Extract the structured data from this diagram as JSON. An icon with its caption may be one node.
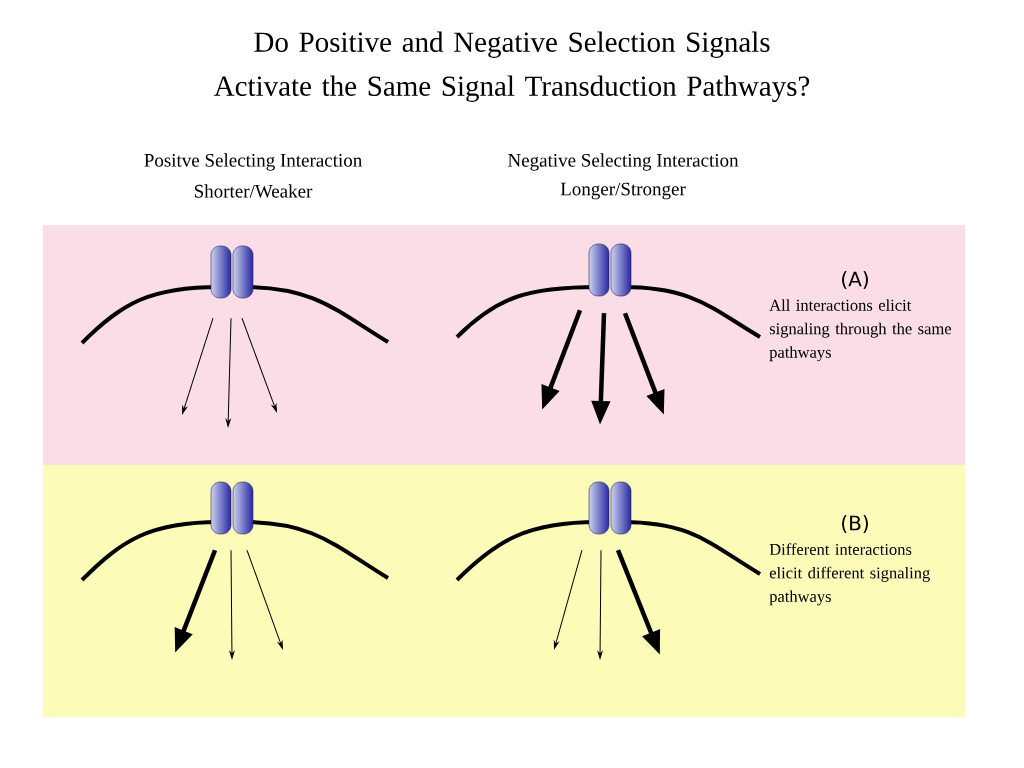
{
  "diagram": {
    "title": "Do Positive and Negative Selection Signals Activate the Same Signal Transduction Pathways?",
    "nodes": [
      {
        "text": [
          "(A)",
          "All interactions elicit signaling through the same pathways"
        ]
      },
      {
        "text": [],
        "shape": "capsule",
        "in": 0
      },
      {
        "text": [],
        "shape": "capsule",
        "in": 0
      },
      {
        "text": [
          "(B)",
          "Different interactions elicit different signaling pathways"
        ]
      },
      {
        "text": [],
        "shape": "capsule",
        "in": 3
      },
      {
        "text": [],
        "shape": "capsule",
        "in": 3
      }
    ],
    "edges": [
      {
        "from": 1,
        "to": null,
        "arrow": "to"
      },
      {
        "from": 1,
        "to": null,
        "arrow": "to"
      },
      {
        "from": 1,
        "to": null,
        "arrow": "to"
      },
      {
        "from": 2,
        "to": null,
        "arrow": "to",
        "style": "thick"
      },
      {
        "from": 2,
        "to": null,
        "arrow": "to",
        "style": "thick"
      },
      {
        "from": 2,
        "to": null,
        "arrow": "to",
        "style": "thick"
      },
      {
        "from": 4,
        "to": null,
        "arrow": "to",
        "style": "thick"
      },
      {
        "from": 4,
        "to": null,
        "arrow": "to"
      },
      {
        "from": 4,
        "to": null,
        "arrow": "to"
      },
      {
        "from": 5,
        "to": null,
        "arrow": "to"
      },
      {
        "from": 5,
        "to": null,
        "arrow": "to"
      },
      {
        "from": 5,
        "to": null,
        "arrow": "to",
        "style": "thick"
      }
    ],
    "labels": [
      "Positve Selecting Interaction",
      "Negative Selecting Interaction",
      "Shorter/Weaker",
      "Longer/Stronger"
    ]
  }
}
